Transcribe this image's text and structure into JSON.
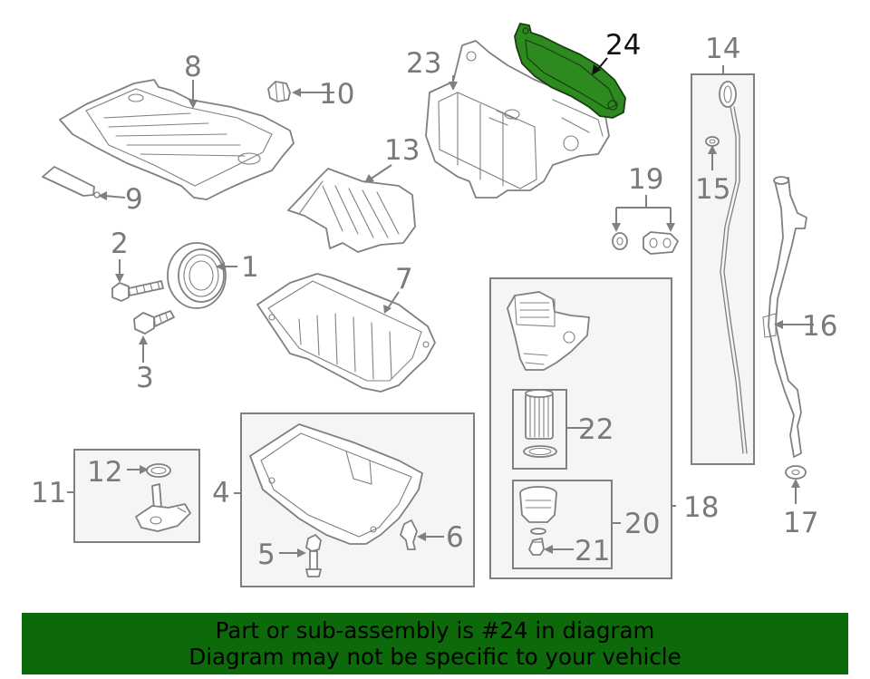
{
  "callouts": {
    "c1": "1",
    "c2": "2",
    "c3": "3",
    "c4": "4",
    "c5": "5",
    "c6": "6",
    "c7": "7",
    "c8": "8",
    "c9": "9",
    "c10": "10",
    "c11": "11",
    "c12": "12",
    "c13": "13",
    "c14": "14",
    "c15": "15",
    "c16": "16",
    "c17": "17",
    "c18": "18",
    "c19": "19",
    "c20": "20",
    "c21": "21",
    "c22": "22",
    "c23": "23",
    "c24": "24"
  },
  "highlight": {
    "part_number": "24",
    "color": "#2d8a1e"
  },
  "banner": {
    "line1": "Part or sub-assembly is #24 in diagram",
    "line2": "Diagram may not be specific to your vehicle",
    "background": "#0d6a0b"
  }
}
